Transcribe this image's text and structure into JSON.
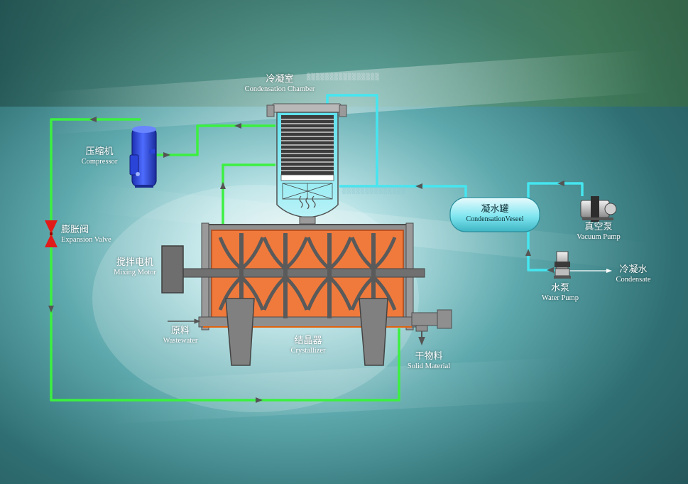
{
  "colors": {
    "refrigerant_line": "#3cf040",
    "water_line": "#45e6f0",
    "vessel_body": "#9a9a9a",
    "crystallizer_interior": "#f07a3c",
    "chamber_fill": "#60e0ee",
    "compressor": "#2f4fe8",
    "expansion_valve": "#e11a1a"
  },
  "labels": {
    "condensation_chamber": {
      "zh": "冷凝室",
      "en": "Condensation Chamber"
    },
    "compressor": {
      "zh": "压缩机",
      "en": "Compressor"
    },
    "expansion_valve": {
      "zh": "膨胀阀",
      "en": "Expansion Valve"
    },
    "mixing_motor": {
      "zh": "搅拌电机",
      "en": "Mixing Motor"
    },
    "wastewater": {
      "zh": "原料",
      "en": "Wastewater"
    },
    "crystallizer": {
      "zh": "结晶器",
      "en": "Crystallizer"
    },
    "solid_material": {
      "zh": "干物料",
      "en": "Solid Material"
    },
    "condensation_vessel": {
      "zh": "凝水罐",
      "en": "CondensationVeseel"
    },
    "vacuum_pump": {
      "zh": "真空泵",
      "en": "Vacuum Pump"
    },
    "water_pump": {
      "zh": "水泵",
      "en": "Water Pump"
    },
    "condensate": {
      "zh": "冷凝水",
      "en": "Condensate"
    }
  },
  "icons": [
    "compressor-icon",
    "expansion-valve-icon",
    "mixing-motor-icon",
    "vacuum-pump-icon",
    "water-pump-icon",
    "crystallizer-icon",
    "condensation-chamber-icon",
    "condensation-vessel-icon"
  ]
}
